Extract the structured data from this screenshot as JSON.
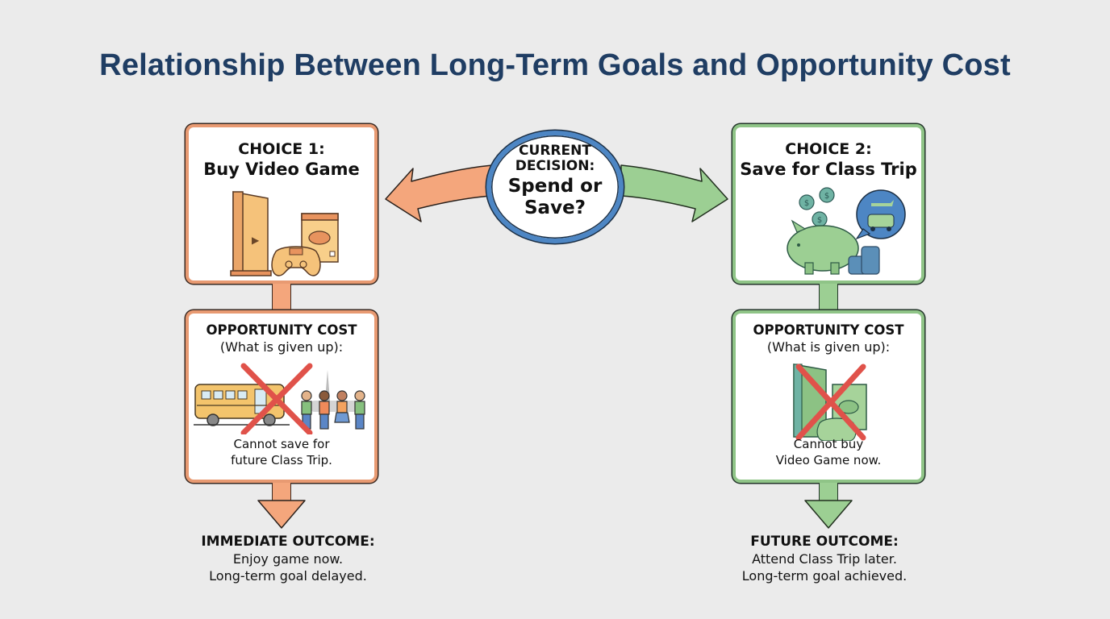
{
  "title": "Relationship Between Long-Term Goals and Opportunity Cost",
  "colors": {
    "title": "#1f3d63",
    "background": "#ebebeb",
    "choice1_accent": "#f4a67c",
    "choice2_accent": "#9ccf93",
    "decision_ring": "#4d86c4",
    "cross": "#e0524a"
  },
  "decision": {
    "label_line1": "CURRENT",
    "label_line2": "DECISION:",
    "question_line1": "Spend or",
    "question_line2": "Save?",
    "icon": "decision-circle"
  },
  "choice1": {
    "heading": "CHOICE 1:",
    "subheading": "Buy Video Game",
    "illustration": "game-console-icon",
    "opportunity_cost": {
      "heading": "OPPORTUNITY COST",
      "subheading": "(What is given up):",
      "illustration": "crossed-out-class-trip-icon",
      "text_line1": "Cannot save for",
      "text_line2": "future Class Trip."
    },
    "outcome": {
      "heading": "IMMEDIATE OUTCOME:",
      "line1": "Enjoy game now.",
      "line2": "Long-term goal delayed."
    }
  },
  "choice2": {
    "heading": "CHOICE 2:",
    "subheading": "Save for Class Trip",
    "illustration": "piggy-bank-icon",
    "opportunity_cost": {
      "heading": "OPPORTUNITY COST",
      "subheading": "(What is given up):",
      "illustration": "crossed-out-game-console-icon",
      "text_line1": "Cannot buy",
      "text_line2": "Video Game now."
    },
    "outcome": {
      "heading": "FUTURE OUTCOME:",
      "line1": "Attend Class Trip later.",
      "line2": "Long-term goal achieved."
    }
  }
}
